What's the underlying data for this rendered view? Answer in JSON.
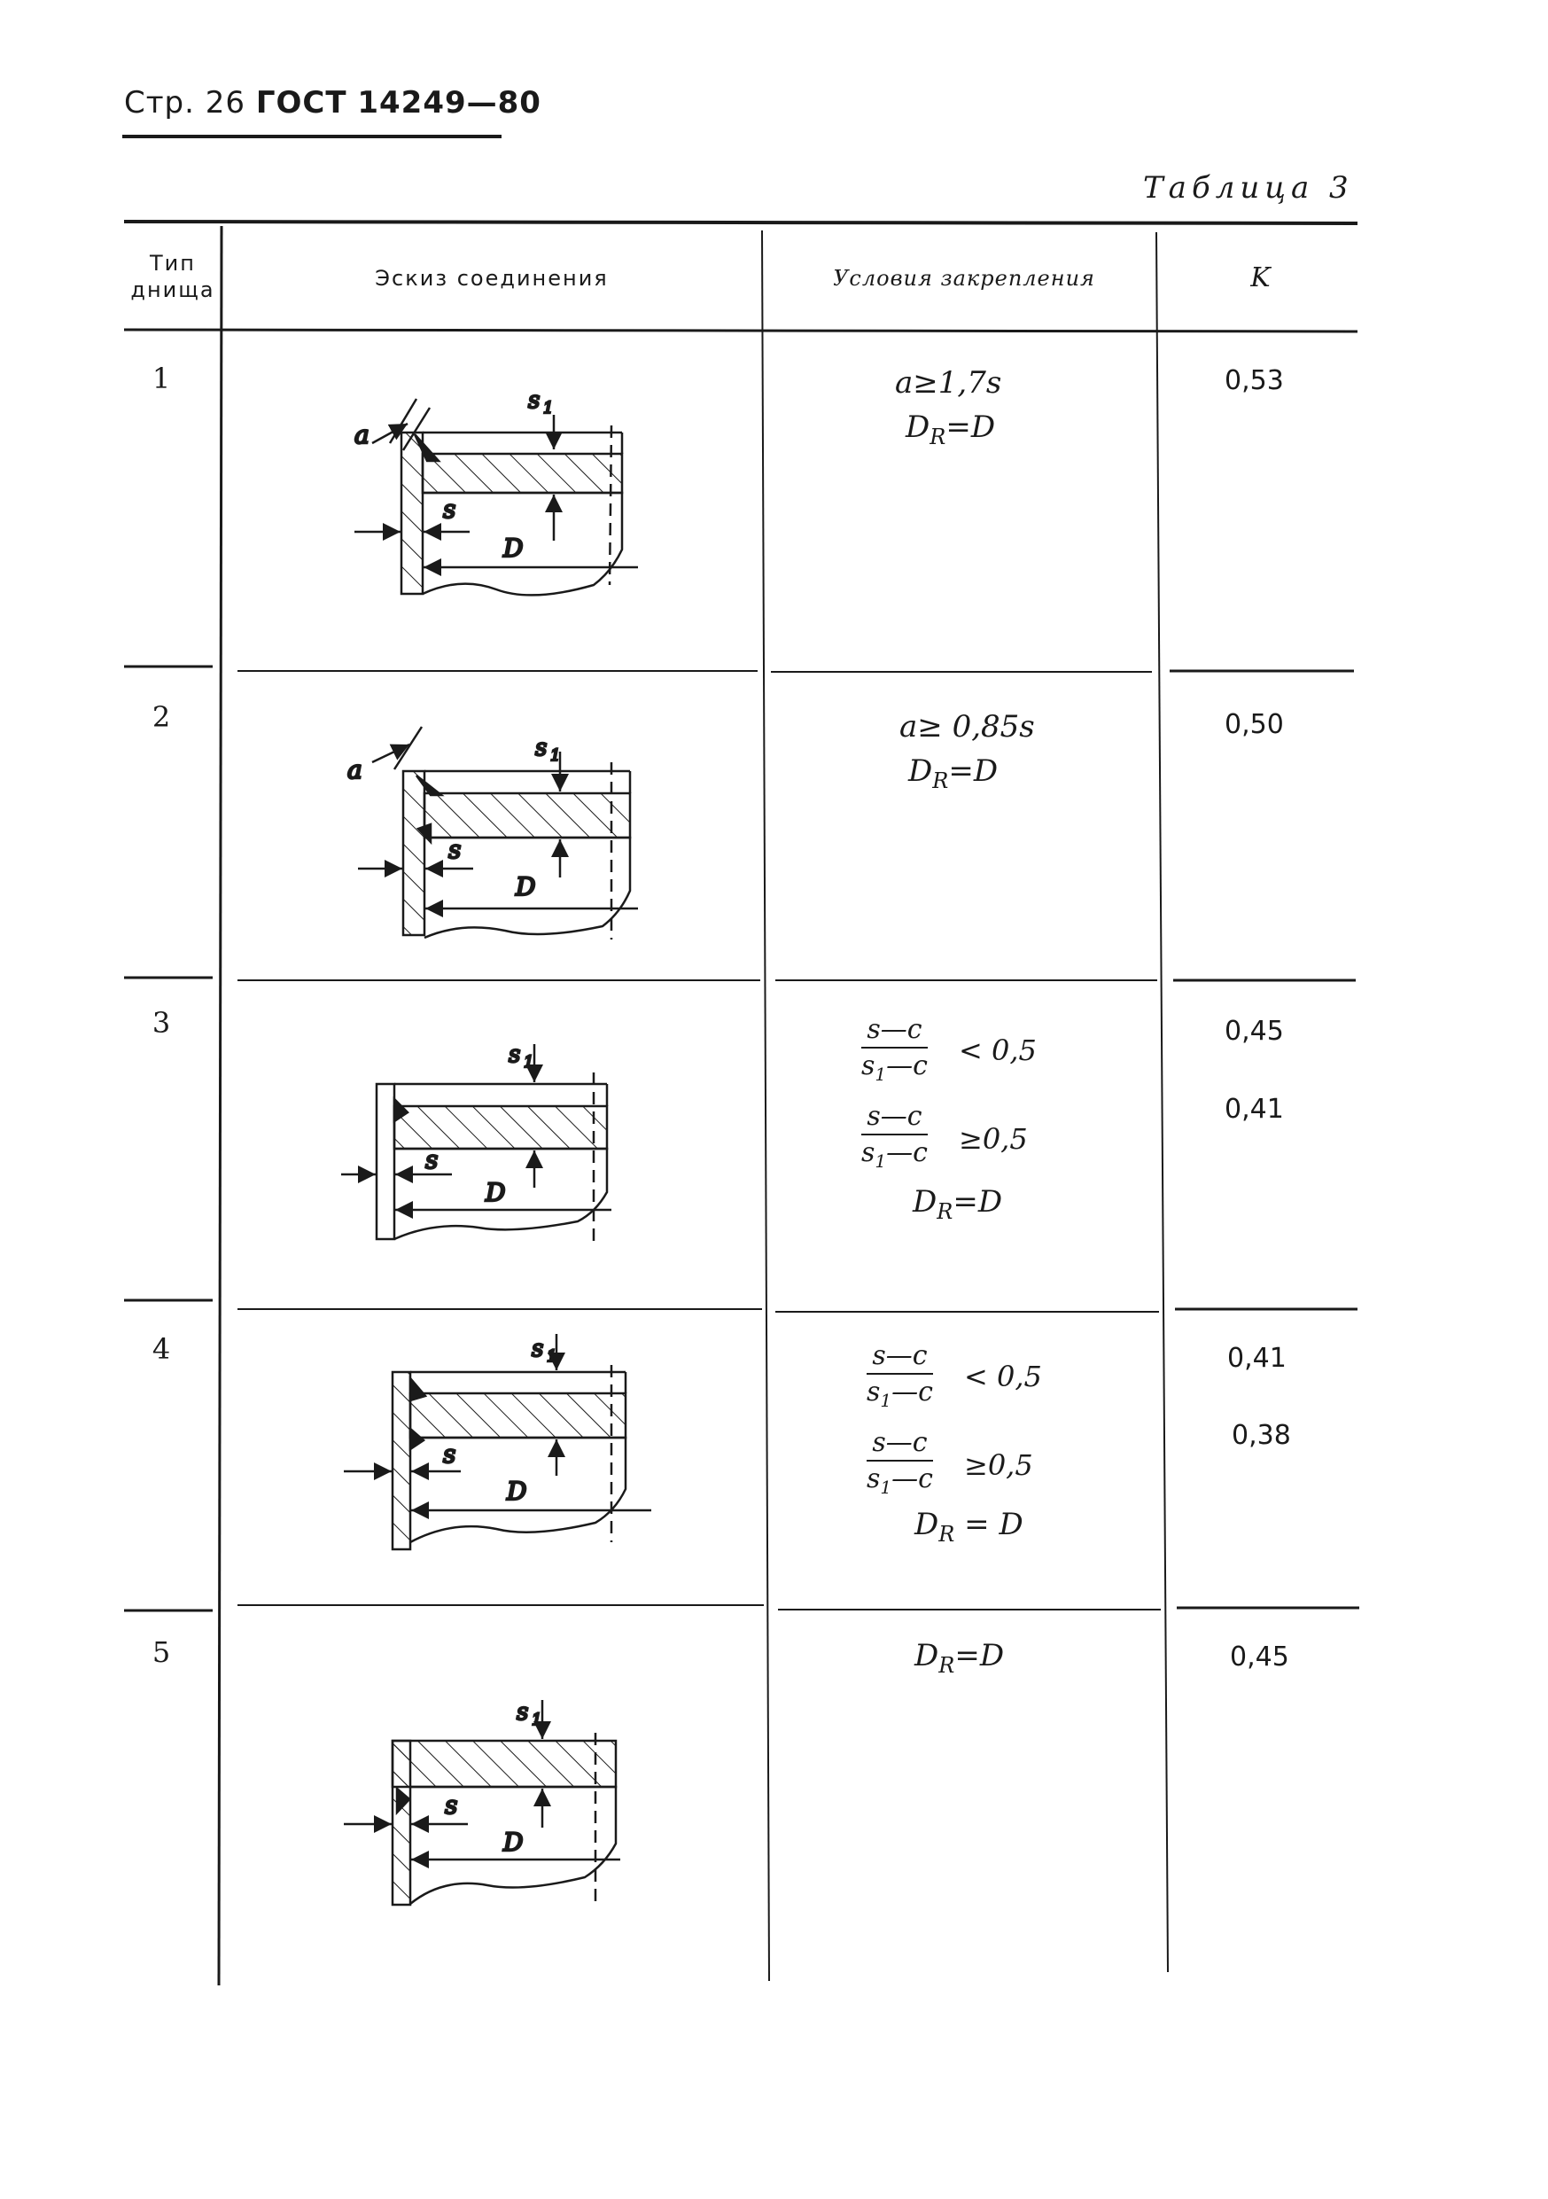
{
  "header": {
    "page_label": "Стр. 26",
    "standard": "ГОСТ",
    "number": "14249—80"
  },
  "table": {
    "caption": "Таблица 3",
    "columns": {
      "type": "Тип днища",
      "sketch": "Эскиз соединения",
      "conditions": "Условия закрепления",
      "k": "K"
    },
    "rows": [
      {
        "type": "1",
        "cond_lines": [
          "a≥1,7s",
          "D"
        ],
        "dr_line": "=D",
        "k": [
          "0,53"
        ]
      },
      {
        "type": "2",
        "cond_lines": [
          "a≥ 0,85s",
          "D"
        ],
        "dr_line": "=D",
        "k": [
          "0,50"
        ]
      },
      {
        "type": "3",
        "frac_top": "s—c",
        "frac_bot": "s",
        "frac_bot_tail": "—c",
        "lt": "< 0,5",
        "ge": "≥0,5",
        "dr_line": "=D",
        "k": [
          "0,45",
          "0,41"
        ]
      },
      {
        "type": "4",
        "frac_top": "s—c",
        "frac_bot": "s",
        "frac_bot_tail": "—c",
        "lt": "< 0,5",
        "ge": "≥0,5",
        "dr_line": " = D",
        "k": [
          "0,41",
          "0,38"
        ]
      },
      {
        "type": "5",
        "dr_line": "=D",
        "k": [
          "0,45"
        ]
      }
    ],
    "sketch_labels": {
      "a": "a",
      "s": "s",
      "s1": "s",
      "s1_sub": "1",
      "D": "D",
      "D_sub": "R"
    }
  }
}
